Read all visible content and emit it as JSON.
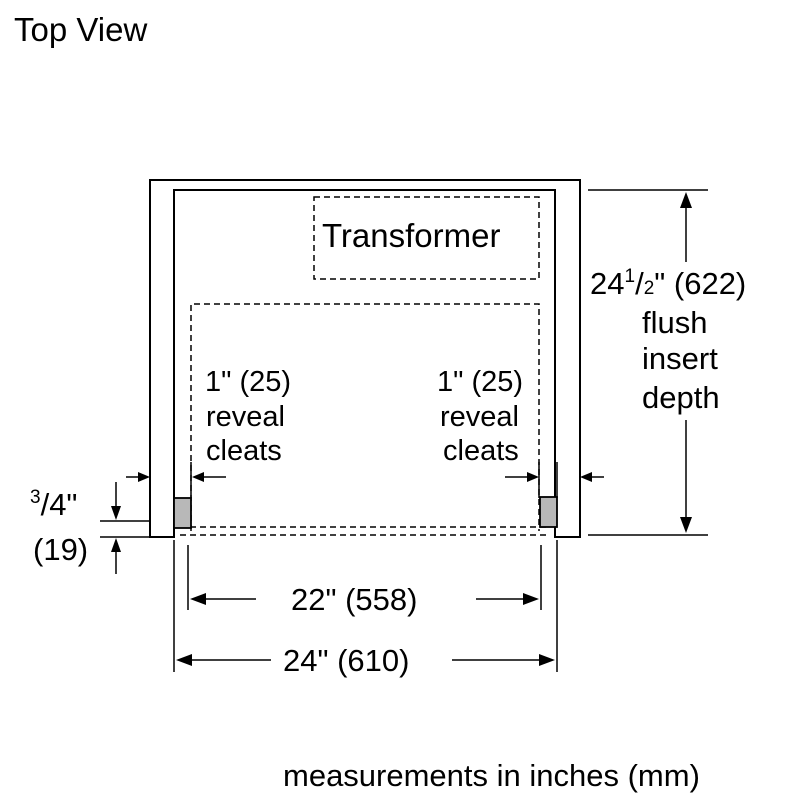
{
  "view_title": "Top View",
  "transformer_label": "Transformer",
  "left_reveal": {
    "line1": "1\" (25)",
    "line2": "reveal",
    "line3": "cleats"
  },
  "right_reveal": {
    "line1": "1\" (25)",
    "line2": "reveal",
    "line3": "cleats"
  },
  "depth": {
    "whole": "24",
    "frac_num": "1",
    "frac_sep": "/",
    "frac_den": "2",
    "rest": "\" (622)",
    "line2": "flush",
    "line3": "insert",
    "line4": "depth"
  },
  "thickness": {
    "frac_num": "3",
    "frac_rest": "/4\"",
    "mm": "(19)"
  },
  "inner_width": "22\" (558)",
  "outer_width": "24\" (610)",
  "footer_note": "measurements in inches (mm)"
}
